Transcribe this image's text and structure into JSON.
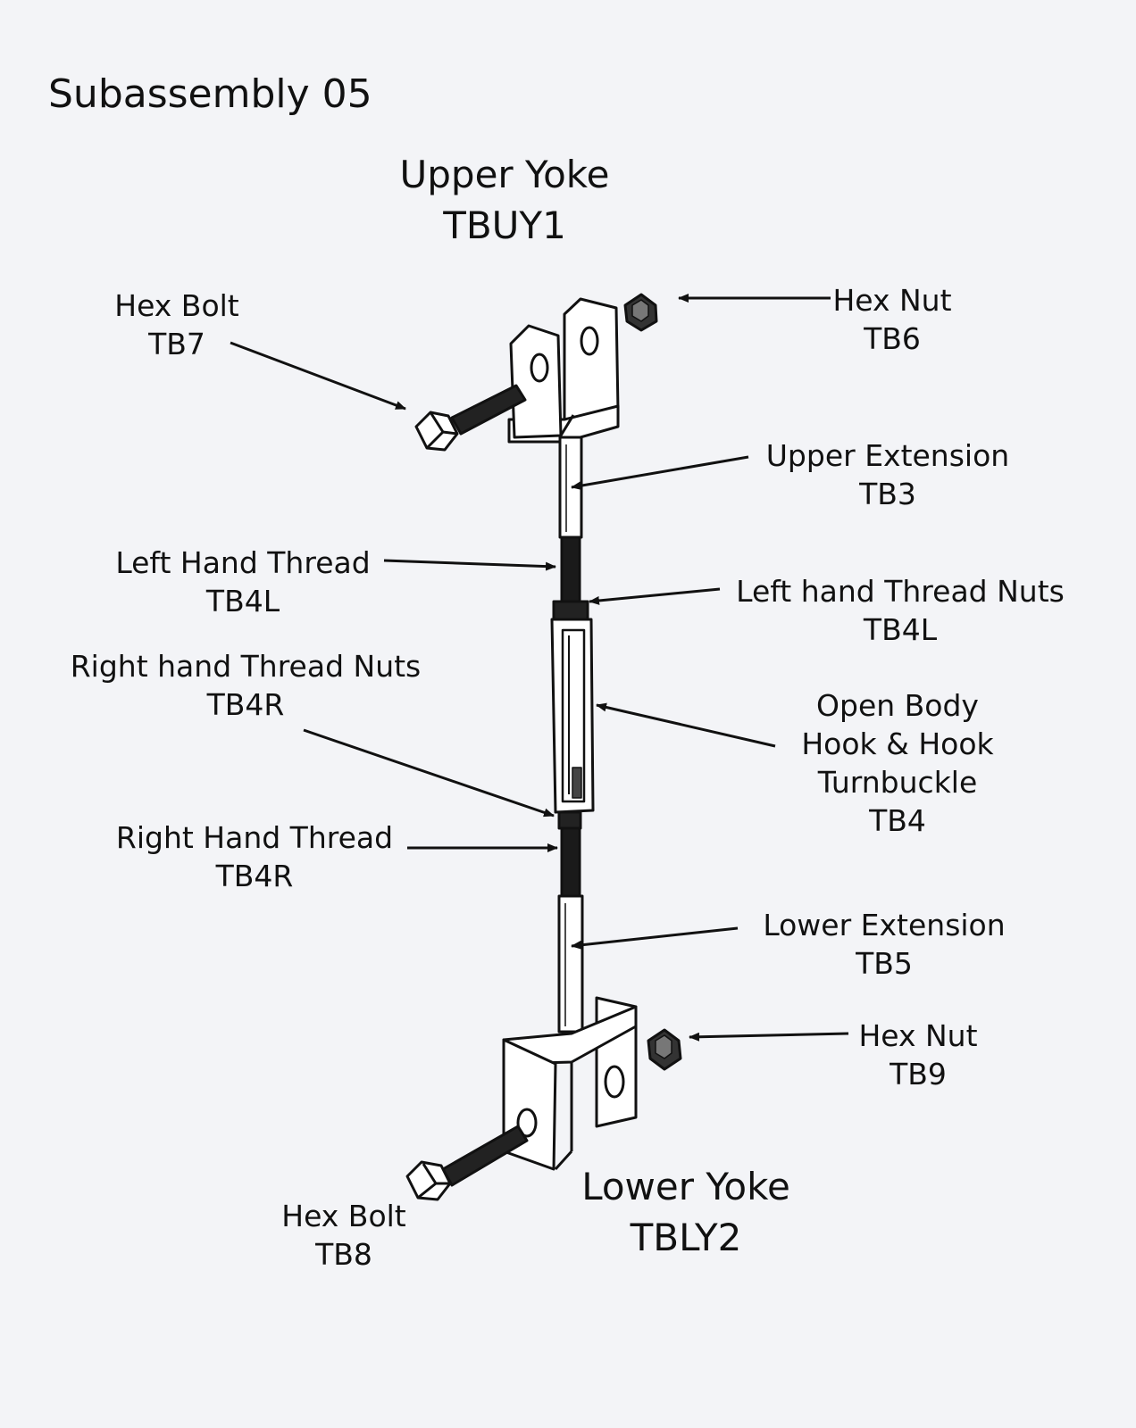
{
  "title": "Subassembly 05",
  "parts": {
    "upper_yoke": {
      "name": "Upper Yoke",
      "code": "TBUY1"
    },
    "hex_nut_top": {
      "name": "Hex Nut",
      "code": "TB6"
    },
    "hex_bolt_top": {
      "name": "Hex Bolt",
      "code": "TB7"
    },
    "upper_extension": {
      "name": "Upper Extension",
      "code": "TB3"
    },
    "left_hand_thread": {
      "name": "Left Hand Thread",
      "code": "TB4L"
    },
    "left_hand_thread_nuts": {
      "name": "Left hand Thread Nuts",
      "code": "TB4L"
    },
    "right_hand_thread_nuts": {
      "name": "Right hand Thread Nuts",
      "code": "TB4R"
    },
    "turnbuckle": {
      "line1": "Open Body",
      "line2": "Hook & Hook",
      "line3": "Turnbuckle",
      "code": "TB4"
    },
    "right_hand_thread": {
      "name": "Right Hand Thread",
      "code": "TB4R"
    },
    "lower_extension": {
      "name": "Lower Extension",
      "code": "TB5"
    },
    "hex_nut_bottom": {
      "name": "Hex Nut",
      "code": "TB9"
    },
    "hex_bolt_bottom": {
      "name": "Hex Bolt",
      "code": "TB8"
    },
    "lower_yoke": {
      "name": "Lower Yoke",
      "code": "TBLY2"
    }
  }
}
